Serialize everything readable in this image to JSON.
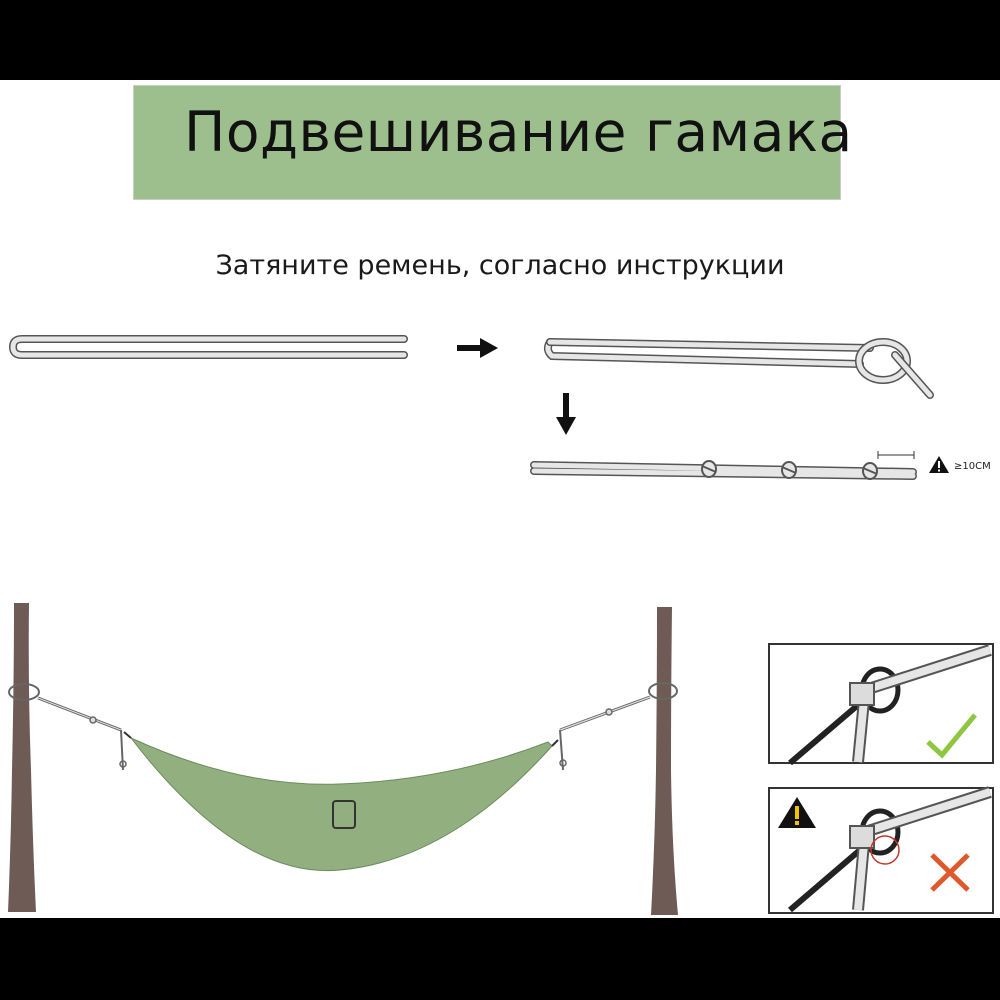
{
  "header": {
    "title": "Подвешивание гамака"
  },
  "instruction": {
    "text": "Затяните ремень, согласно инструкции"
  },
  "strap_steps": {
    "warning_label": "≥10CM"
  },
  "colors": {
    "title_bg": "#9dbf8e",
    "hammock": "#92b07f",
    "tree": "#6e5b55",
    "check": "#8ec63f",
    "cross": "#e0582a"
  }
}
